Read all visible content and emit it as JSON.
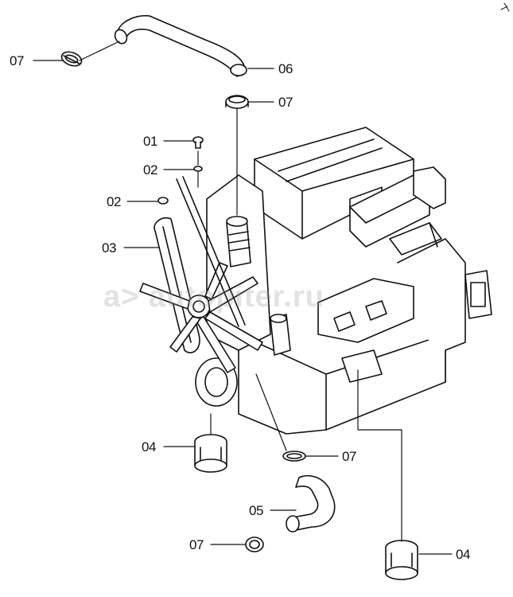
{
  "callouts": [
    {
      "id": "c07a",
      "text": "07"
    },
    {
      "id": "c06",
      "text": "06"
    },
    {
      "id": "c07b",
      "text": "07"
    },
    {
      "id": "c01",
      "text": "01"
    },
    {
      "id": "c02a",
      "text": "02"
    },
    {
      "id": "c02b",
      "text": "02"
    },
    {
      "id": "c03",
      "text": "03"
    },
    {
      "id": "c04a",
      "text": "04"
    },
    {
      "id": "c07c",
      "text": "07"
    },
    {
      "id": "c05",
      "text": "05"
    },
    {
      "id": "c07d",
      "text": "07"
    },
    {
      "id": "c04b",
      "text": "04"
    }
  ],
  "watermark": "a> autopiter.ru",
  "colors": {
    "line": "#111111",
    "background": "#ffffff"
  }
}
